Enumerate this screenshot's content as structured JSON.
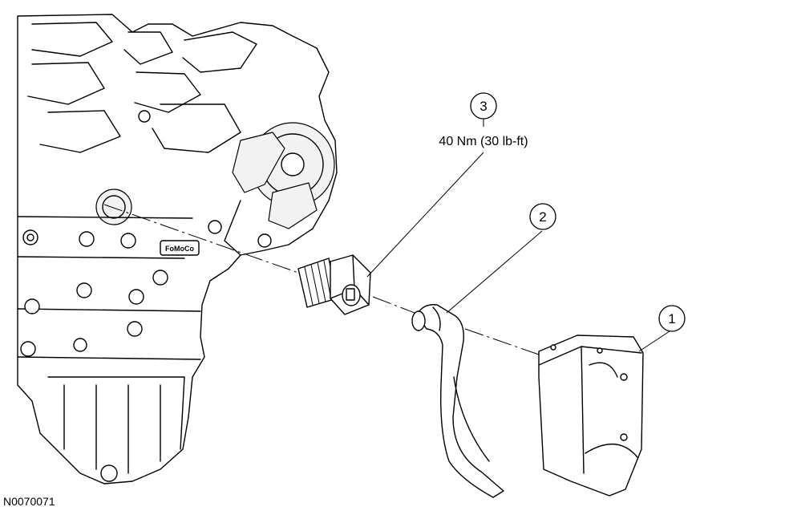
{
  "figure_id": "N0070071",
  "callouts": [
    {
      "number": "1"
    },
    {
      "number": "2"
    },
    {
      "number": "3",
      "torque": "40 Nm (30 lb-ft)"
    }
  ],
  "engine_badge": "FoMoCo"
}
